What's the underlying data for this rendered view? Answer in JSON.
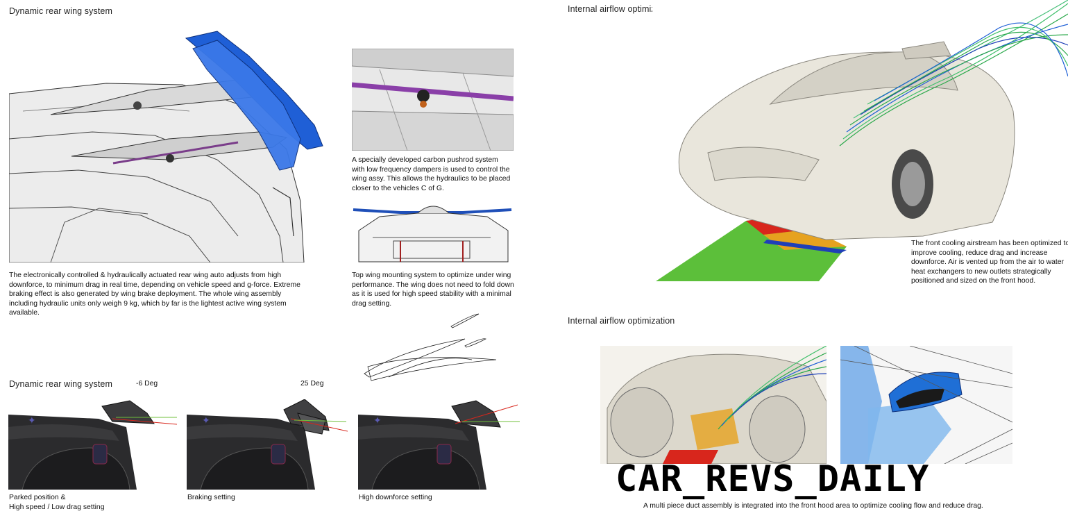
{
  "left": {
    "title_top": "Dynamic rear wing system",
    "main_caption": "The electronically controlled & hydraulically actuated rear wing auto adjusts from high downforce, to minimum drag in real time, depending on vehicle speed and g-force. Extreme braking effect is also generated by wing brake deployment. The whole wing assembly including hydraulic units only weigh 9 kg, which by far is the lightest active wing system available.",
    "pushrod_caption": "A specially developed carbon pushrod system with low frequency dampers is used to control the wing assy. This allows the hydraulics to be placed closer to the vehicles C of G.",
    "mount_caption": "Top wing mounting system to optimize under wing performance. The wing does not need to fold down as it is used for high speed stability with a minimal drag setting.",
    "title_bottom": "Dynamic rear wing system",
    "angle_neg": "-6 Deg",
    "angle_pos": "25 Deg",
    "setting_parked_line1": "Parked position &",
    "setting_parked_line2": "High speed / Low drag setting",
    "setting_braking": "Braking setting",
    "setting_downforce": "High downforce setting"
  },
  "right": {
    "title_top": "Internal airflow optimization",
    "cooling_caption": "The front cooling airstream has been optimized to improve cooling, reduce drag and increase downforce. Air is vented up from the air to water heat exchangers to new outlets strategically positioned and sized on the front hood.",
    "title_bottom": "Internal airflow optimization",
    "duct_caption": "A multi piece duct assembly is integrated into the front hood area to optimize cooling flow and reduce drag.",
    "watermark": "CAR_REVS_DAILY"
  },
  "colors": {
    "wing_blue": "#1f5fd6",
    "flow_green": "#2aa84a",
    "flow_red": "#d8261c",
    "body_white": "#efede6",
    "dark_body": "#2b2b2d"
  }
}
